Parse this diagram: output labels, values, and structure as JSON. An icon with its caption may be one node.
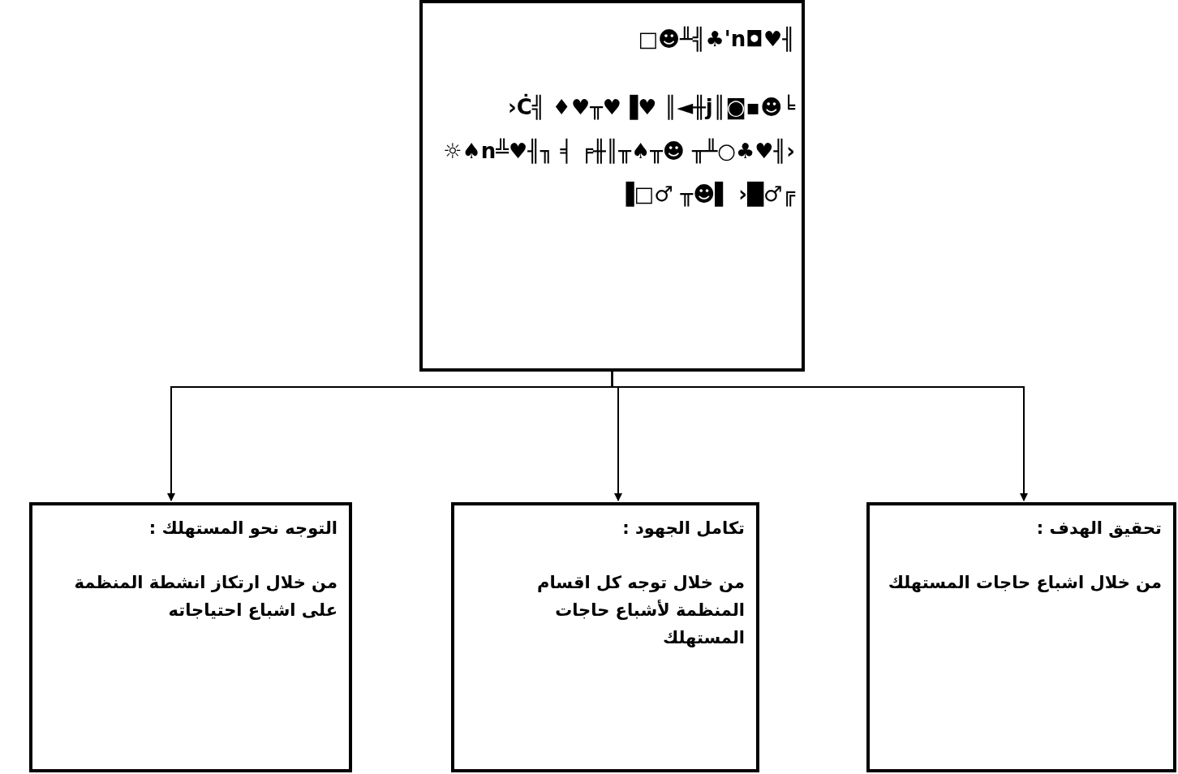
{
  "diagram": {
    "nodes": [
      {
        "text": [
          "□☻╨╣♣'n◘♥╢",
          "›Ċ╣ ♦♥╥♥▐♥ ║◄╫j║◙▪☻╘ ☼♠n╩♥╢╖ ╡ ╒╫║╥♠╥☻ ╥╨○♣♥╢› ▐□♂ ╥☻▌ ›█♂╔"
        ]
      },
      {
        "text": [
          "تحقيق الهدف :",
          "من خلال اشباع حاجات المستهلك"
        ]
      },
      {
        "text": [
          "تكامل الجهود :",
          "من خلال توجه كل اقسام المنظمة لأشباع حاجات المستهلك"
        ]
      },
      {
        "text": [
          "التوجه نحو المستهلك :",
          "من خلال ارتكاز انشطة المنظمة على اشباع احتياجاته"
        ]
      }
    ],
    "edges": [
      {
        "from": 0,
        "to": 1,
        "arrow": "to"
      },
      {
        "from": 0,
        "to": 2,
        "arrow": "to"
      },
      {
        "from": 0,
        "to": 3,
        "arrow": "to"
      }
    ]
  }
}
